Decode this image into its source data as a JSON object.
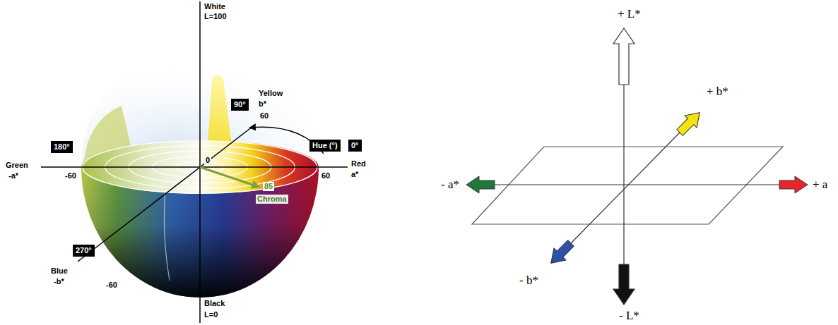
{
  "diagram": {
    "nodes": [
      {
        "text": [
          "90°"
        ]
      },
      {
        "text": [
          "180°"
        ]
      },
      {
        "text": [
          "Hue (°)"
        ]
      },
      {
        "text": [
          "0°"
        ]
      },
      {
        "text": [
          "270°"
        ]
      }
    ],
    "labels": [
      "White",
      "L=100",
      "Yellow",
      "b*",
      "60",
      "Green",
      "-a*",
      "-60",
      "0",
      "85",
      "Chroma",
      "60",
      "Red",
      "a*",
      "Blue",
      "-b*",
      "-60",
      "Black",
      "L=0",
      "+ L*",
      "+ b*",
      "- a*",
      "+ a",
      "- b*",
      "- L*"
    ]
  }
}
